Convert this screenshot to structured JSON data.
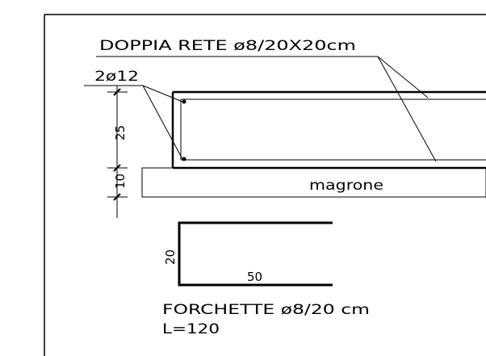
{
  "labels": {
    "top_mesh": "DOPPIA RETE ø8/20X20cm",
    "rebars": "2ø12",
    "lean_concrete": "magrone",
    "fork_title": "FORCHETTE ø8/20 cm",
    "fork_length": "L=120"
  },
  "dimensions": {
    "slab_height": "25",
    "lean_height": "10",
    "fork_height": "20",
    "fork_width": "50"
  }
}
